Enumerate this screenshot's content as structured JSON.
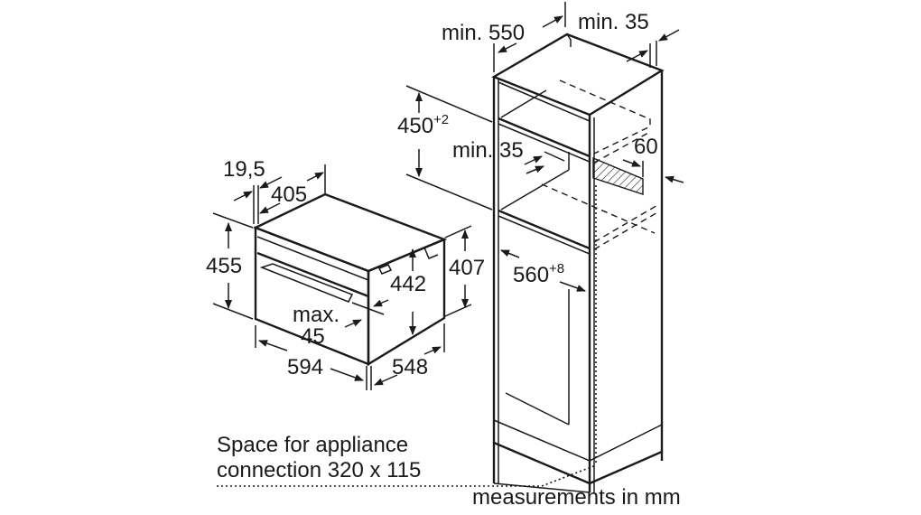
{
  "oven": {
    "depth_offset": "19,5",
    "depth_405": "405",
    "height_455": "455",
    "height_442": "442",
    "max_label": "max.",
    "max_value": "45",
    "height_407": "407",
    "width_594": "594",
    "depth_548": "548"
  },
  "cabinet": {
    "min_550": "min. 550",
    "min_35_top": "min. 35",
    "niche_height": "450",
    "niche_height_tol": "+2",
    "min_35_shelf": "min. 35",
    "vent_60": "60",
    "niche_width": "560",
    "niche_width_tol": "+8"
  },
  "notes": {
    "connection_line1": "Space for appliance",
    "connection_line2": "connection 320 x 115",
    "units": "measurements in mm"
  }
}
